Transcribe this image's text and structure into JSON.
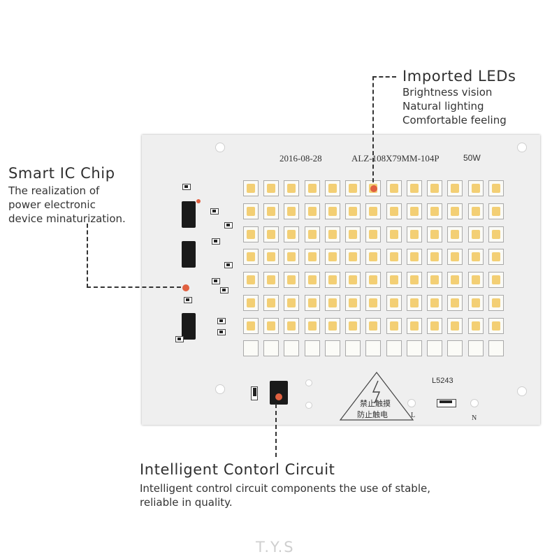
{
  "callouts": {
    "leds": {
      "title": "Imported LEDs",
      "lines": [
        "Brightness vision",
        "Natural lighting",
        "Comfortable feeling"
      ]
    },
    "ic": {
      "title": "Smart IC Chip",
      "lines": [
        "The realization of",
        "power electronic",
        "device minaturization."
      ]
    },
    "circuit": {
      "title": "Intelligent Contorl Circuit",
      "lines": [
        "Intelligent control circuit components the use of stable,",
        "reliable in quality."
      ]
    }
  },
  "board": {
    "date": "2016-08-28",
    "model": "ALZ-108X79MM-104P",
    "power": "50W",
    "code": "L5243",
    "warning_line1": "禁止触摸",
    "warning_line2": "防止触电",
    "terminal_l": "L",
    "terminal_n": "N",
    "led_rows": 8,
    "led_cols": 13,
    "colors": {
      "board": "#efefef",
      "led_phosphor": "#f3cf74",
      "marker": "#e06040"
    }
  },
  "watermark": "T.Y.S"
}
